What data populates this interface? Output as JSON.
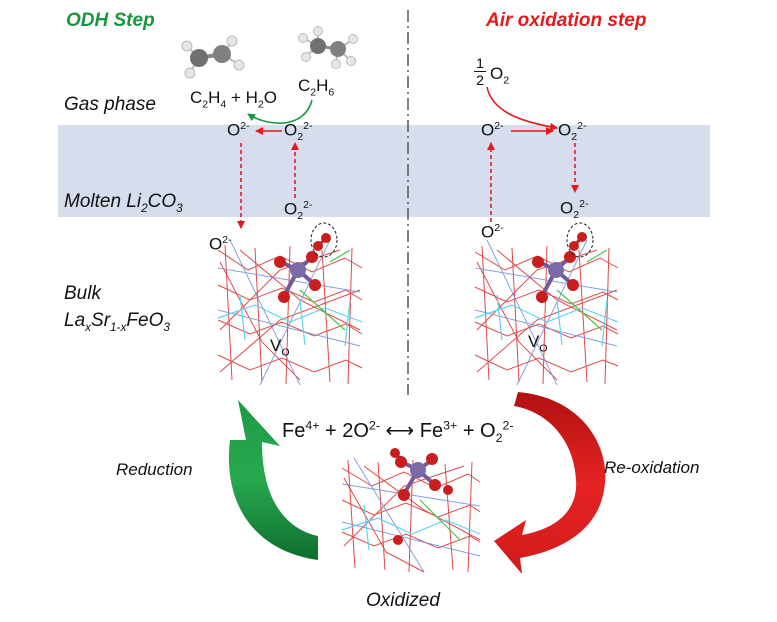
{
  "titles": {
    "odh": "ODH Step",
    "air": "Air oxidation step"
  },
  "labels": {
    "gas_phase": "Gas phase",
    "molten": "Molten Li2CO3",
    "bulk_line1": "Bulk",
    "bulk_line2": "LaxSr1-xFeO3",
    "reduction": "Reduction",
    "reoxidation": "Re-oxidation",
    "oxidized": "Oxidized",
    "vacancy": "VO"
  },
  "species": {
    "ethylene_water": "C2H4 + H2O",
    "ethane": "C2H6",
    "oxide": "O2-",
    "peroxide": "O22-",
    "half_oxygen": "1/2 O2"
  },
  "equation": "Fe4+ + 2O2- ⟷ Fe3+ + O22-",
  "colors": {
    "odh_green": "#1a9641",
    "air_red": "#e31a1c",
    "molten_band": "#d6deee",
    "reduction_arrow": "#1e9a45",
    "reoxidation_arrow": "#d11a1a"
  }
}
